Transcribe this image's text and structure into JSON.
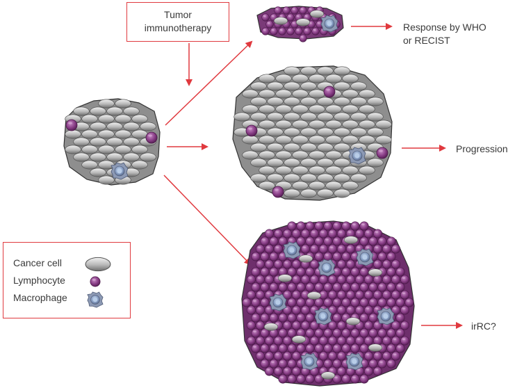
{
  "therapy_box": {
    "line1": "Tumor",
    "line2": "immunotherapy"
  },
  "outcomes": {
    "response_line1": "Response by WHO",
    "response_line2": "or RECIST",
    "progression": "Progression",
    "irrc": "irRC?"
  },
  "legend": {
    "cancer_cell": "Cancer cell",
    "lymphocyte": "Lymphocyte",
    "macrophage": "Macrophage"
  },
  "colors": {
    "arrow": "#e0393e",
    "cancer_cell": "#b8b8b8",
    "lymphocyte": "#8a3f88",
    "macrophage": "#9aa8c8"
  }
}
